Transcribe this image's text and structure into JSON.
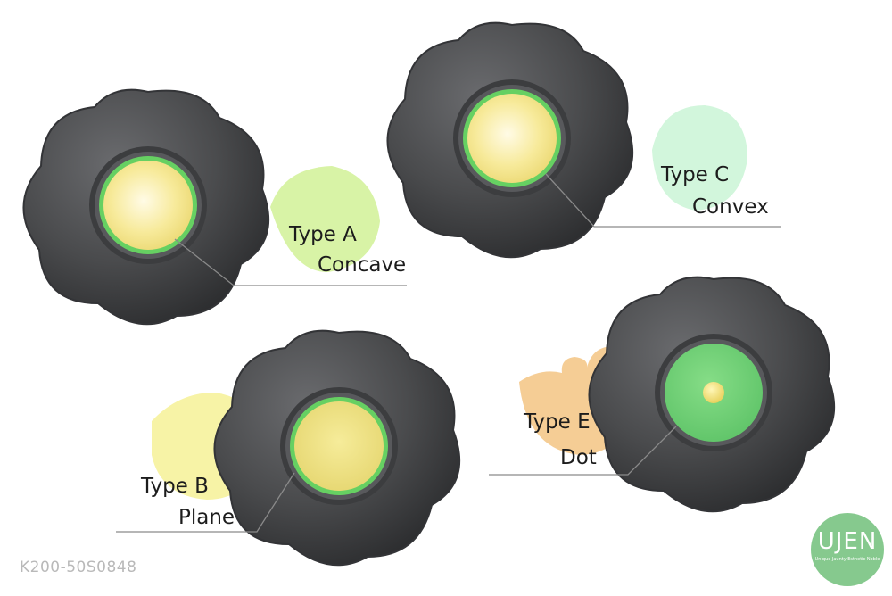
{
  "labels": {
    "type_a": "Type A",
    "concave": "Concave",
    "type_b": "Type B",
    "plane": "Plane",
    "type_c": "Type C",
    "convex": "Convex",
    "type_e": "Type E",
    "dot": "Dot"
  },
  "product_code": "K200-50S0848",
  "logo": {
    "brand": "UJEN",
    "tagline": "Unique Jaunty Esthetic Noble"
  },
  "colors": {
    "background": "#ffffff",
    "knob_body": "#4a4b4d",
    "knob_ring": "#6fd06b",
    "cap_yellow": "#f6e88f",
    "cap_green": "#74d47a",
    "blob_a": "#d8f3a6",
    "blob_b": "#f7f3a6",
    "blob_c": "#d2f6dc",
    "blob_e": "#f5cd95",
    "logo": "#86c98e",
    "leader_line": "#8a8a8a"
  }
}
